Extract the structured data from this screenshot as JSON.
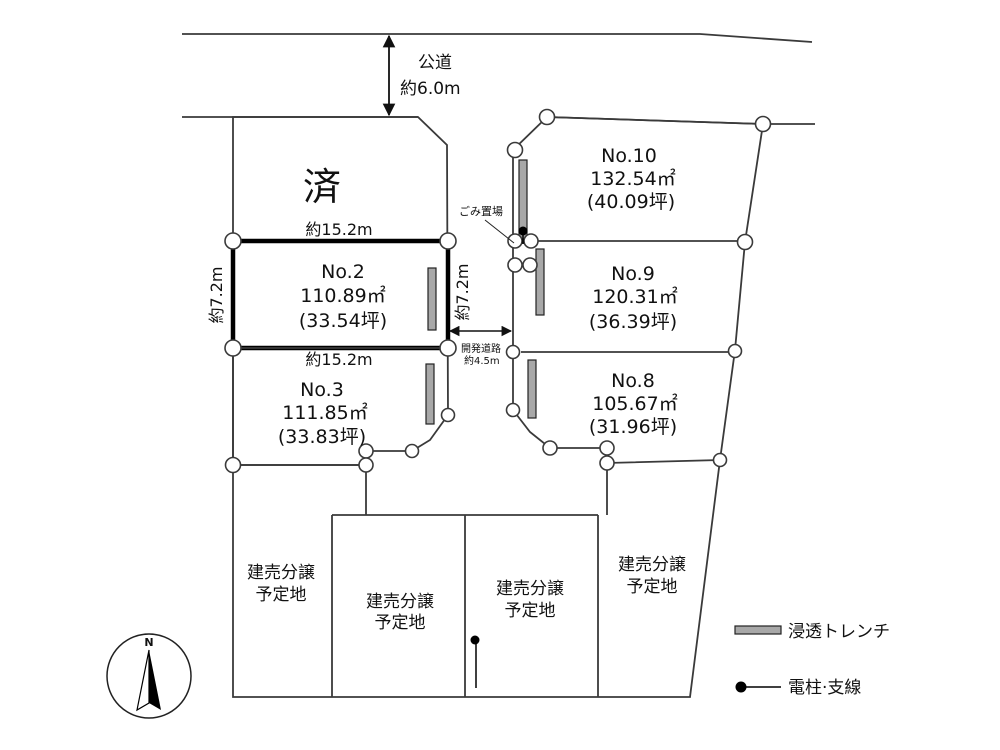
{
  "road": {
    "name": "公道",
    "width": "約6.0m"
  },
  "done_lot": {
    "mark": "済"
  },
  "lots": [
    {
      "no": "No.10",
      "area": "132.54㎡",
      "tsubo": "(40.09坪)"
    },
    {
      "no": "No.9",
      "area": "120.31㎡",
      "tsubo": "(36.39坪)"
    },
    {
      "no": "No.8",
      "area": "105.67㎡",
      "tsubo": "(31.96坪)"
    },
    {
      "no": "No.2",
      "area": "110.89㎡",
      "tsubo": "(33.54坪)"
    },
    {
      "no": "No.3",
      "area": "111.85㎡",
      "tsubo": "(33.83坪)"
    }
  ],
  "dimensions": {
    "top": "約15.2m",
    "bottom": "約15.2m",
    "left": "約7.2m",
    "right": "約7.2m"
  },
  "dev_road": {
    "name": "開発道路",
    "width": "約4.5m"
  },
  "garbage": {
    "label": "ごみ置場"
  },
  "planned_lots": [
    {
      "line1": "建売分譲",
      "line2": "予定地"
    },
    {
      "line1": "建売分譲",
      "line2": "予定地"
    },
    {
      "line1": "建売分譲",
      "line2": "予定地"
    },
    {
      "line1": "建売分譲",
      "line2": "予定地"
    }
  ],
  "compass": {
    "label": "N"
  },
  "legend": {
    "trench": "浸透トレンチ",
    "pole": "電柱·支線"
  }
}
